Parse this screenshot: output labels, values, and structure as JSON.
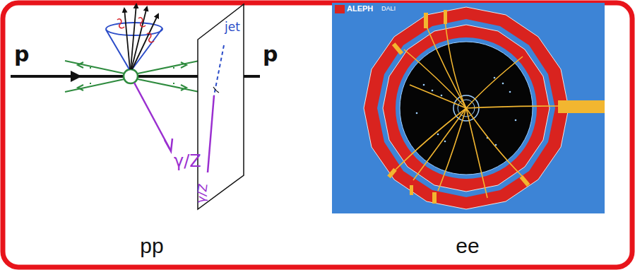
{
  "diagram": {
    "labels": [
      "p",
      "p",
      "γ/Z",
      "jet",
      "γ/Z",
      "ALEPH",
      "DALI",
      "pp",
      "ee"
    ]
  }
}
